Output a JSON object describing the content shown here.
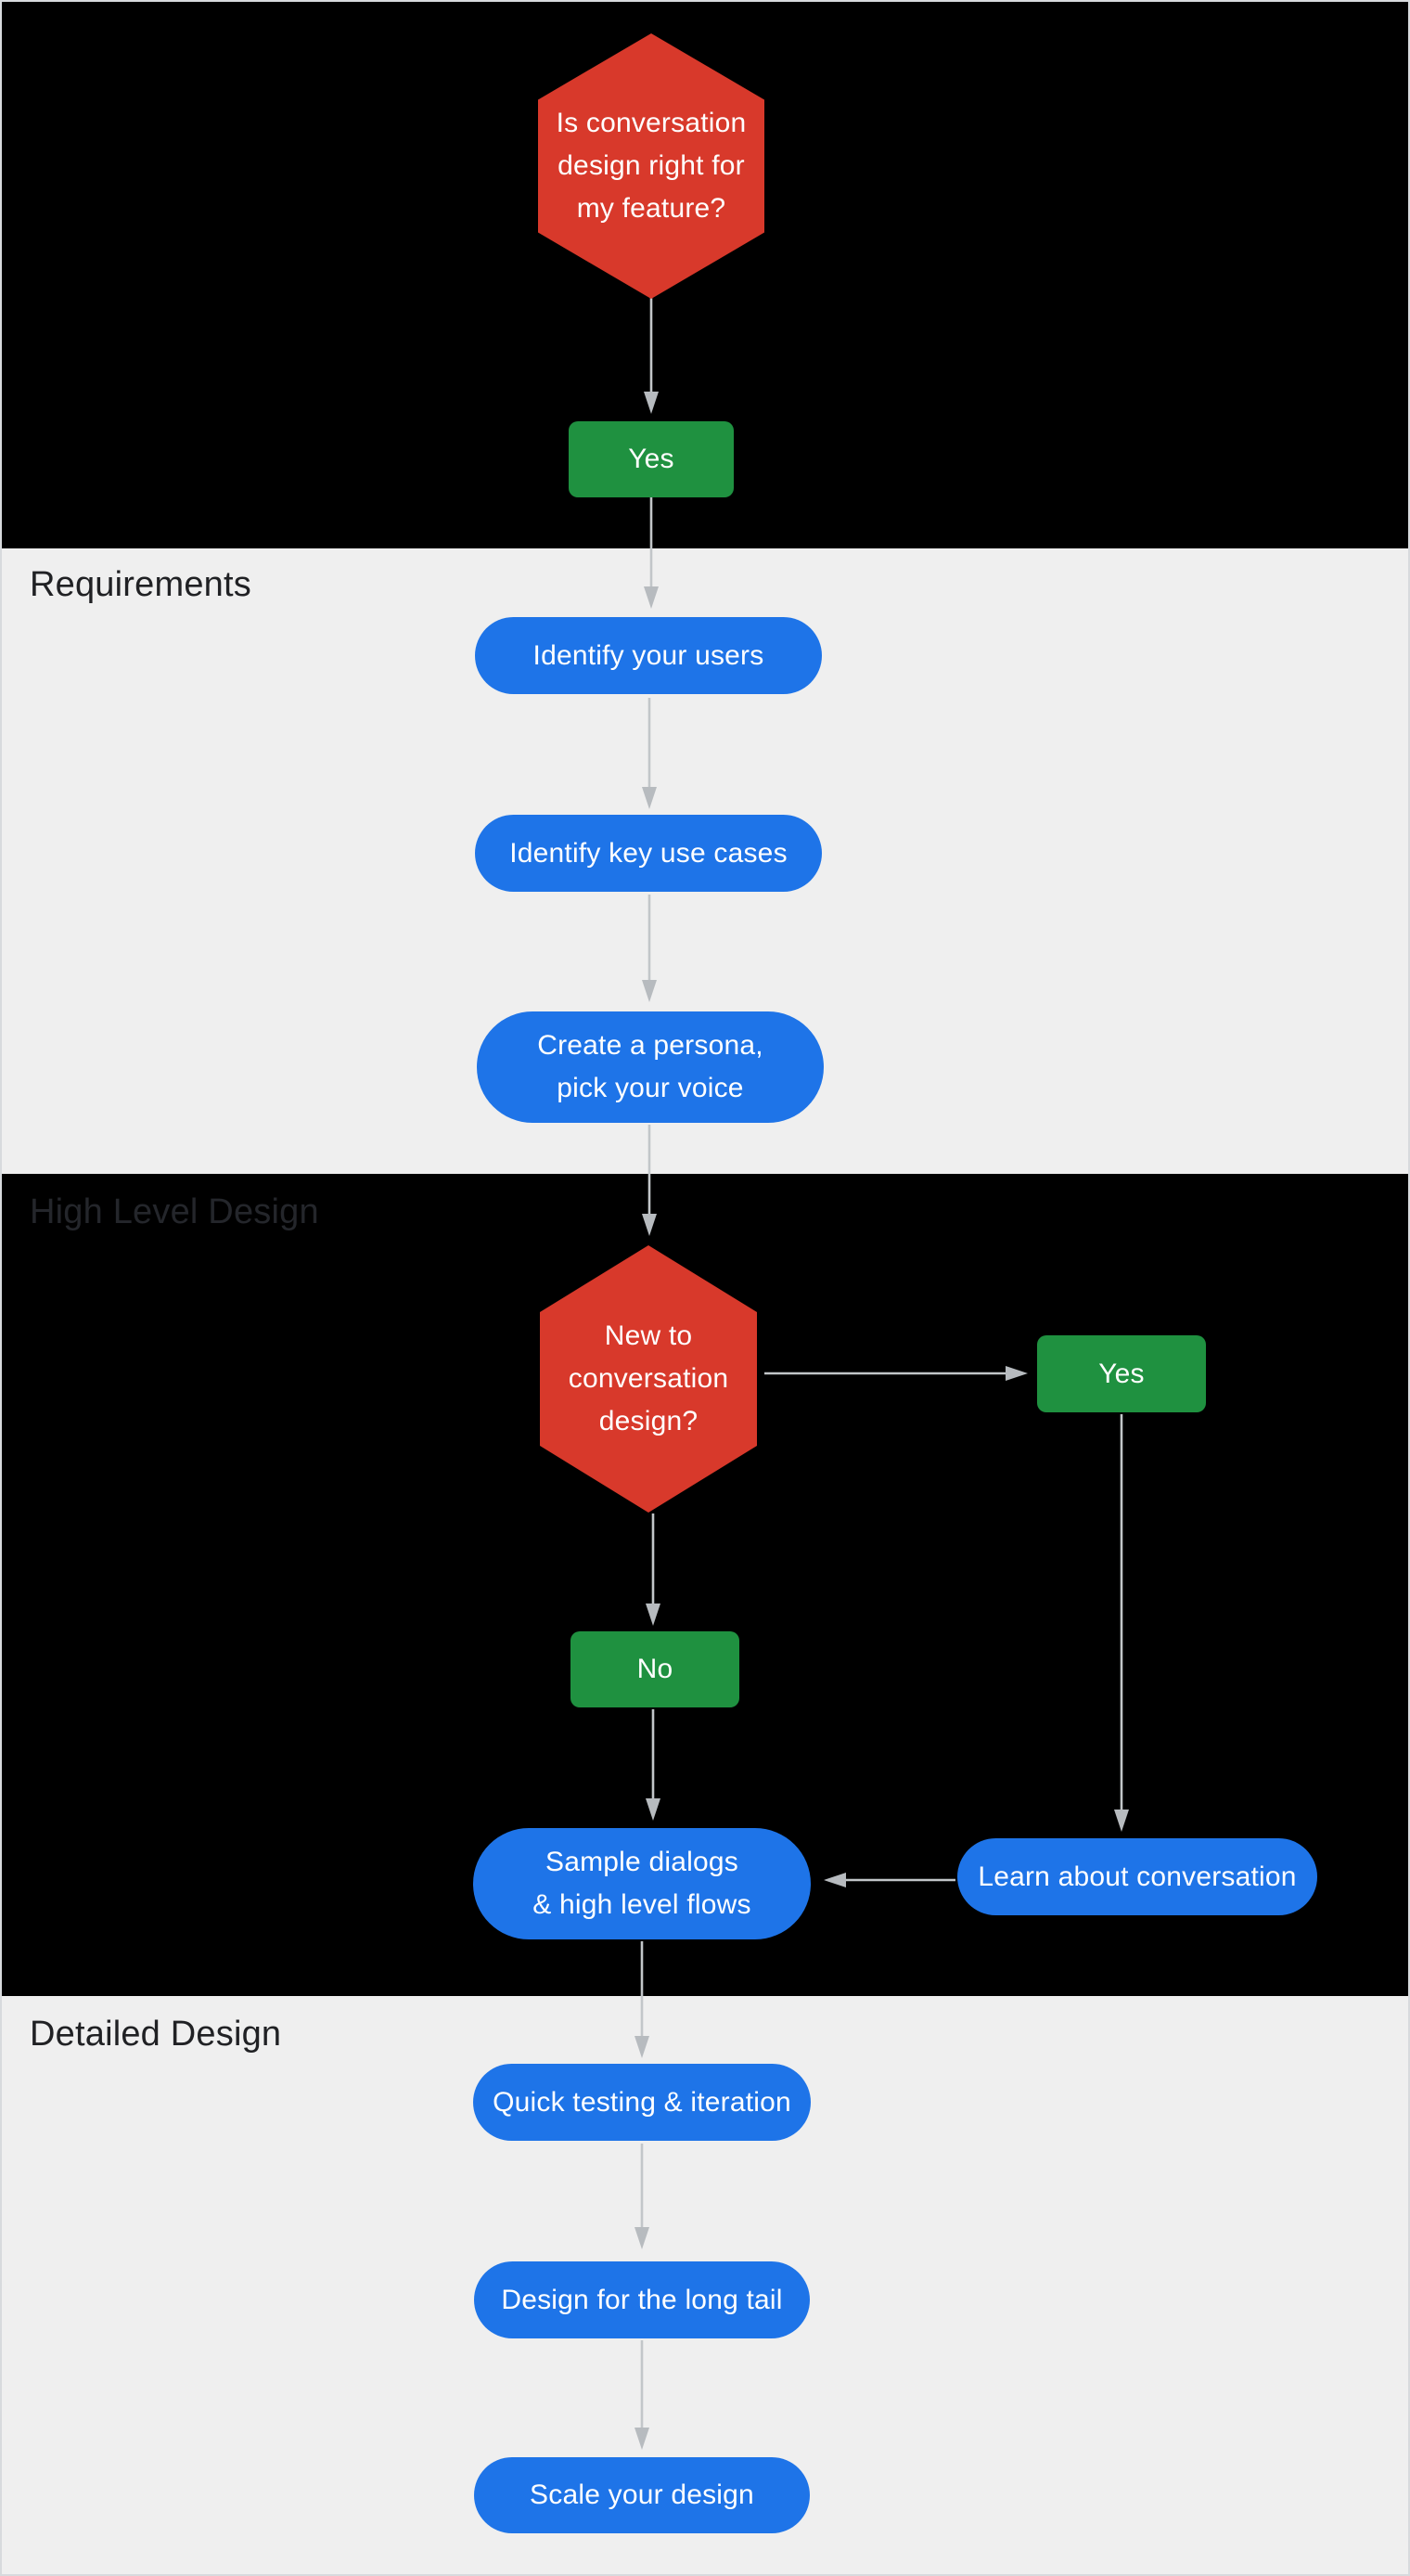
{
  "colors": {
    "section_black": "#000000",
    "section_gray": "#EFEFEF",
    "decision_red": "#D8392B",
    "answer_green": "#1F9140",
    "step_blue": "#1E74E8",
    "node_text": "#FFFFFF",
    "section_label_dark": "#202124",
    "section_label_dim_on_black": "#24262B",
    "arrow_gray": "#C0C4C7",
    "page_border": "#D7DADD"
  },
  "sections": {
    "requirements": {
      "label": "Requirements"
    },
    "high_level_design": {
      "label": "High Level Design"
    },
    "detailed_design": {
      "label": "Detailed Design"
    }
  },
  "nodes": {
    "decision_feature": {
      "type": "decision",
      "label": "Is conversation\ndesign right for\nmy feature?"
    },
    "yes_feature": {
      "type": "answer",
      "label": "Yes"
    },
    "identify_users": {
      "type": "step",
      "label": "Identify your users"
    },
    "identify_use_cases": {
      "type": "step",
      "label": "Identify key use cases"
    },
    "create_persona": {
      "type": "step",
      "label": "Create a persona,\npick your voice"
    },
    "decision_new_to_cd": {
      "type": "decision",
      "label": "New to\nconversation\ndesign?"
    },
    "yes_new": {
      "type": "answer",
      "label": "Yes"
    },
    "no_new": {
      "type": "answer",
      "label": "No"
    },
    "sample_dialogs": {
      "type": "step",
      "label": "Sample dialogs\n& high level flows"
    },
    "learn_conversation": {
      "type": "step",
      "label": "Learn about conversation"
    },
    "quick_testing": {
      "type": "step",
      "label": "Quick testing & iteration"
    },
    "design_long_tail": {
      "type": "step",
      "label": "Design for the long tail"
    },
    "scale_design": {
      "type": "step",
      "label": "Scale your design"
    }
  }
}
